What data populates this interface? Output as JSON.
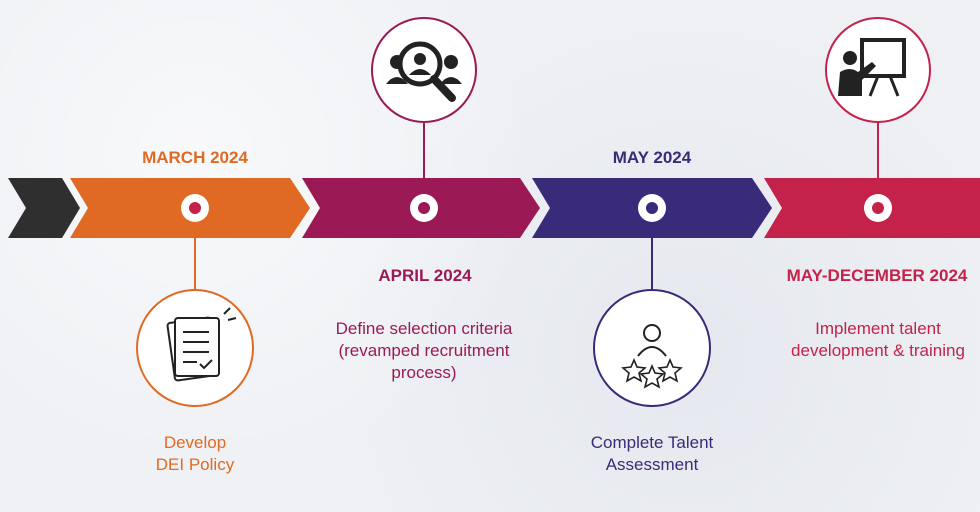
{
  "colors": {
    "start": "#2f2f2f",
    "march": "#e06a23",
    "april": "#9b1a55",
    "may": "#3a2a7a",
    "maydec": "#c4224a",
    "white": "#ffffff"
  },
  "milestones": [
    {
      "id": "march",
      "date": "MARCH 2024",
      "description": "Develop DEI Policy",
      "icon": "policy-document-icon",
      "color": "#e06a23"
    },
    {
      "id": "april",
      "date": "APRIL 2024",
      "description": "Define selection criteria (revamped recruitment process)",
      "icon": "people-search-icon",
      "color": "#9b1a55"
    },
    {
      "id": "may",
      "date": "MAY 2024",
      "description": "Complete Talent Assessment",
      "icon": "person-rating-icon",
      "color": "#3a2a7a"
    },
    {
      "id": "maydec",
      "date": "MAY-DECEMBER 2024",
      "description": "Implement talent development & training",
      "icon": "presentation-teacher-icon",
      "color": "#c4224a"
    }
  ]
}
